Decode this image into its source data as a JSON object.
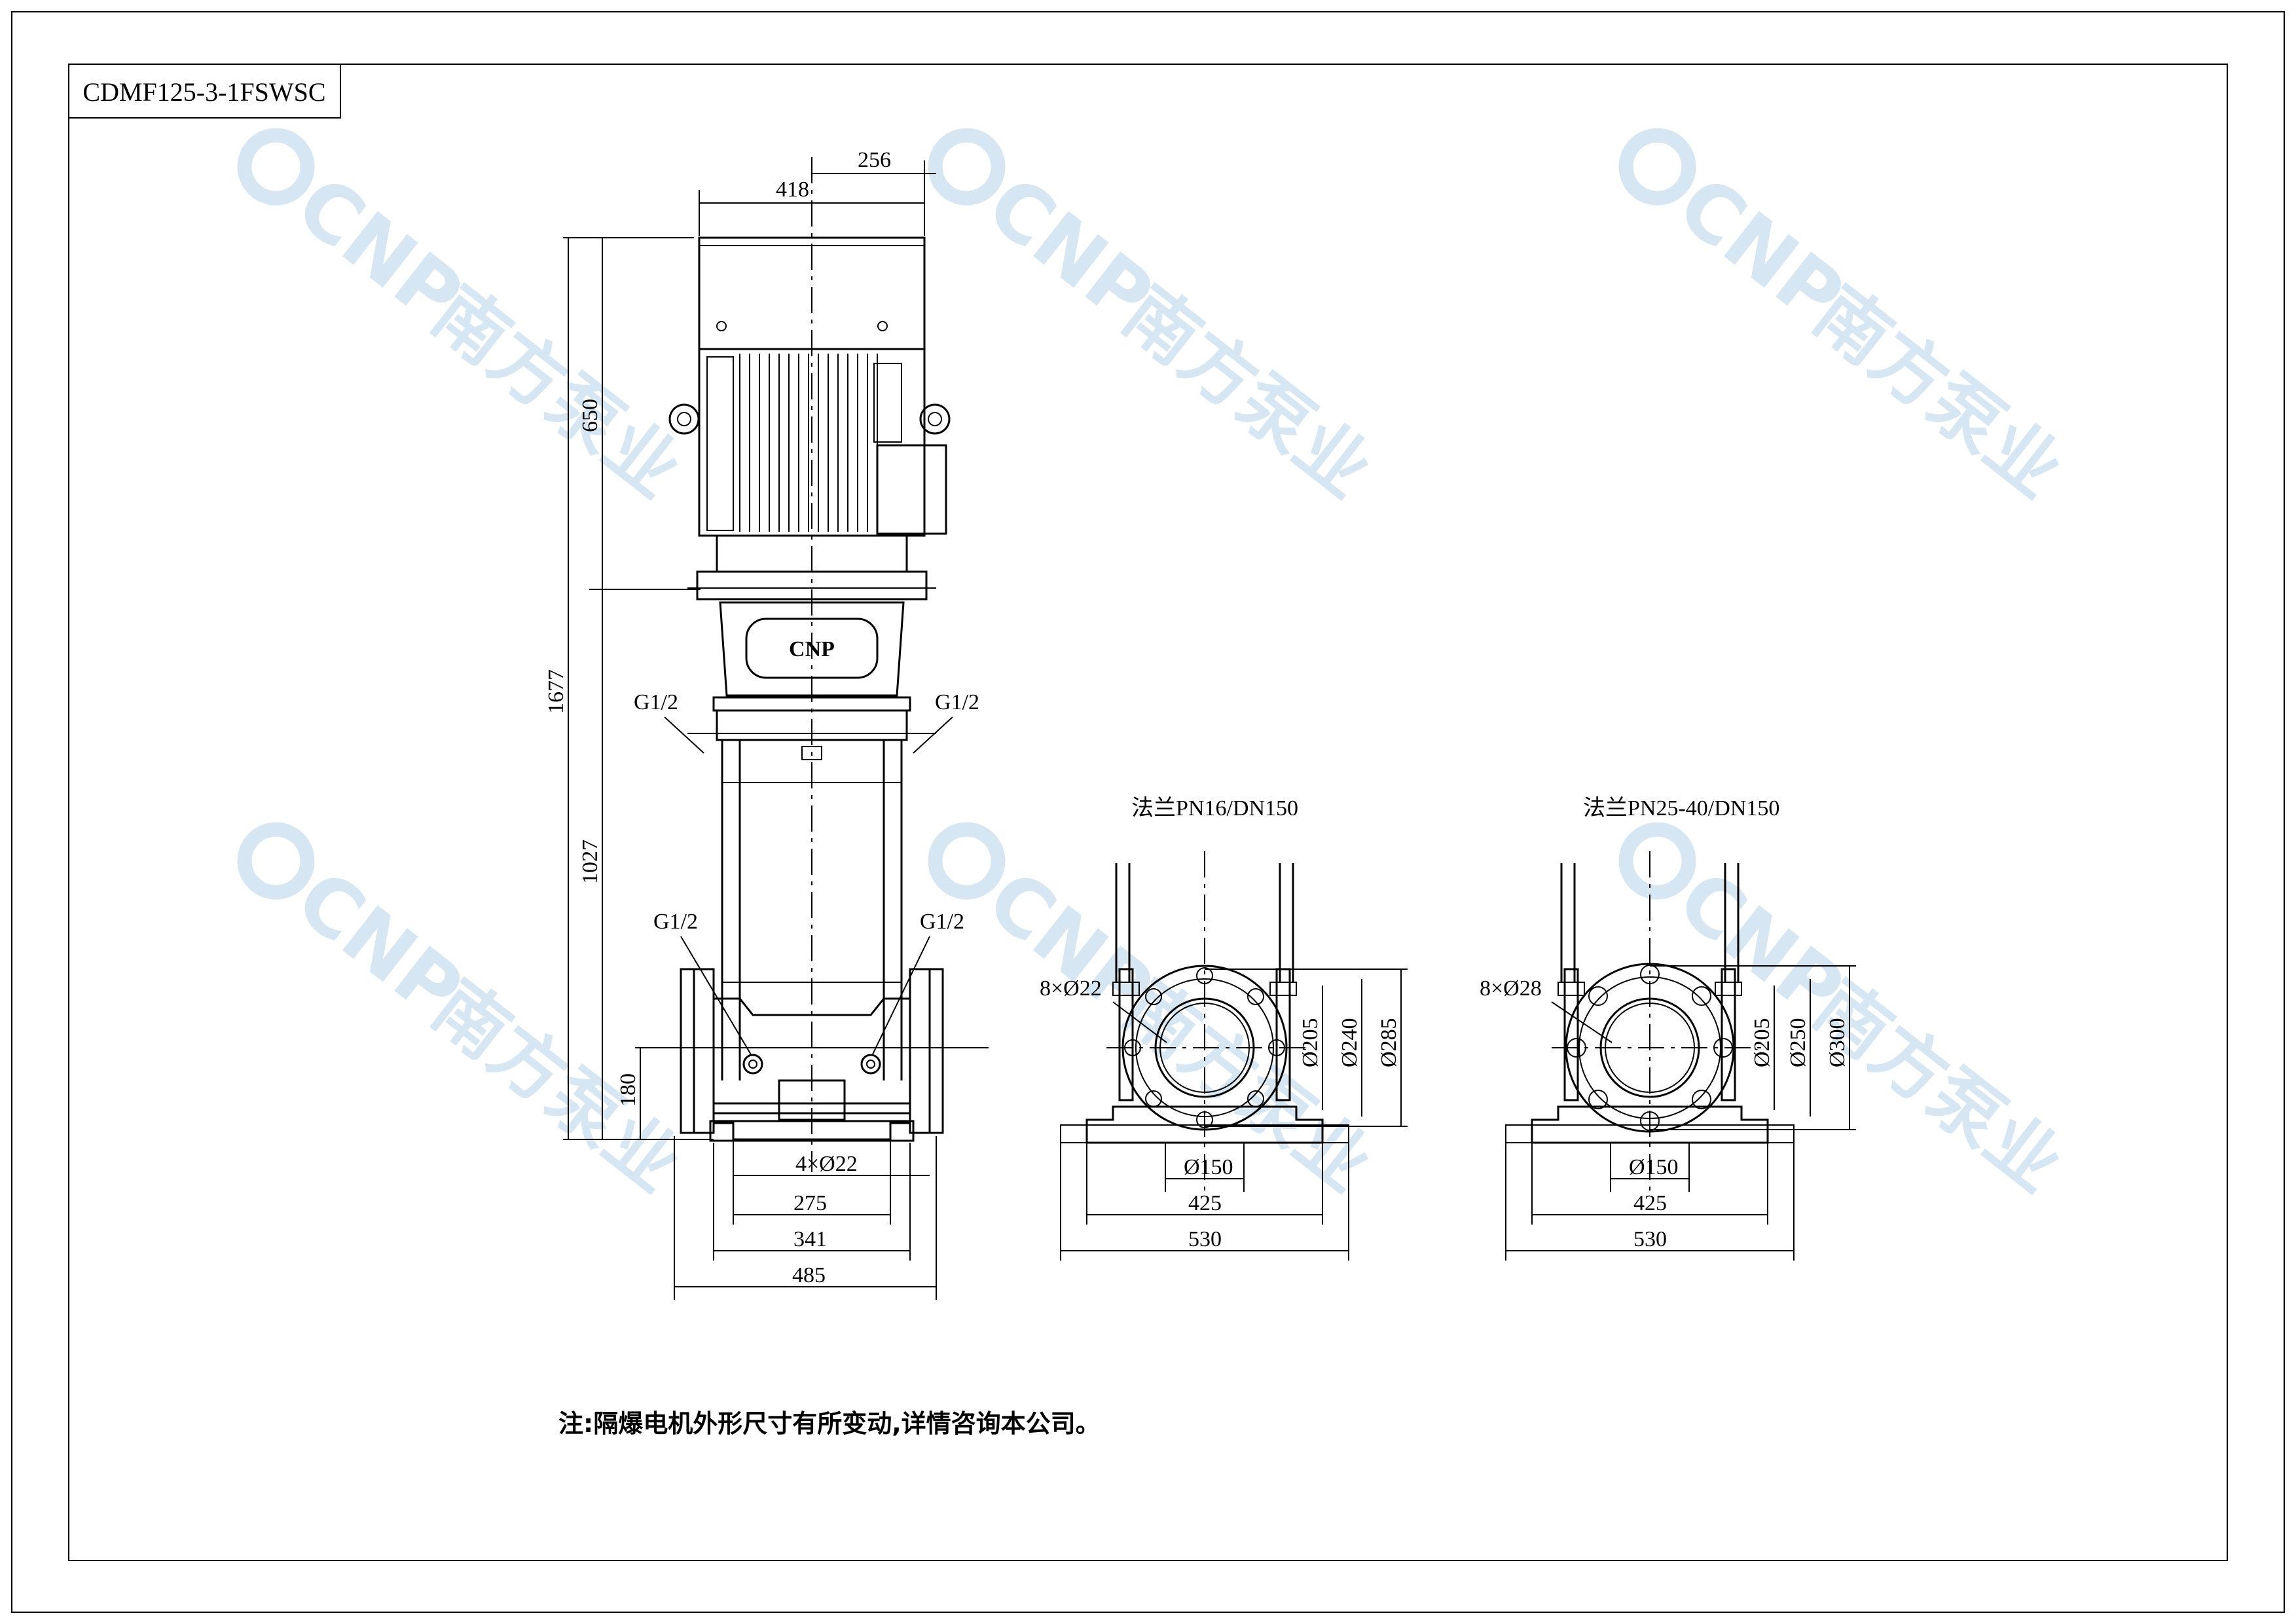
{
  "model_label": "CDMF125-3-1FSWSC",
  "watermark": {
    "brand": "CNP",
    "company": "南方泵业",
    "logo_letters": "CNP"
  },
  "nameplate": "CNP",
  "front_view": {
    "dims": {
      "motor_width": "418",
      "motor_offset": "256",
      "motor_height": "650",
      "total_height": "1677",
      "column_height": "1027",
      "inlet_height": "180",
      "bolt_holes": "4×Ø22",
      "base_inner": "275",
      "base_mid": "341",
      "flange_span": "485"
    },
    "ports": [
      "G1/2",
      "G1/2",
      "G1/2",
      "G1/2"
    ]
  },
  "flange_views": [
    {
      "title": "法兰PN16/DN150",
      "holes": "8×Ø22",
      "d1": "Ø205",
      "d2": "Ø240",
      "d3": "Ø285",
      "bore": "Ø150",
      "base_inner": "425",
      "base_outer": "530"
    },
    {
      "title": "法兰PN25-40/DN150",
      "holes": "8×Ø28",
      "d1": "Ø205",
      "d2": "Ø250",
      "d3": "Ø300",
      "bore": "Ø150",
      "base_inner": "425",
      "base_outer": "530"
    }
  ],
  "note": "注:隔爆电机外形尺寸有所变动,详情咨询本公司。"
}
